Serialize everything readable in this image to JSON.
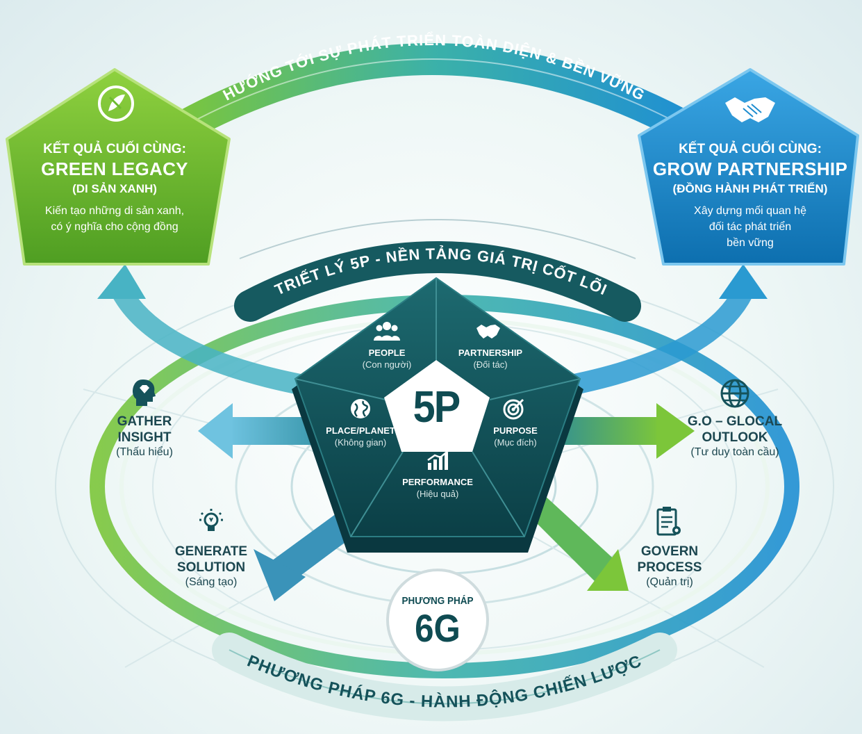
{
  "top_arc_label": "HƯỚNG TỚI SỰ PHÁT TRIỂN TOÀN DIỆN & BỀN VỮNG",
  "philosophy_banner": "TRIẾT LÝ 5P - NỀN TẢNG GIÁ TRỊ CỐT LÕI",
  "bottom_arc_label": "PHƯƠNG PHÁP 6G - HÀNH ĐỘNG CHIẾN LƯỢC",
  "outcome_left": {
    "kicker": "KẾT QUẢ CUỐI CÙNG:",
    "name": "GREEN LEGACY",
    "sub": "(DI SẢN XANH)",
    "desc_line1": "Kiến tạo những di sản xanh,",
    "desc_line2": "có ý nghĩa cho cộng đồng",
    "icon": "leaf-logo-icon",
    "color": "#6dbb2f"
  },
  "outcome_right": {
    "kicker": "KẾT QUẢ CUỐI CÙNG:",
    "name": "GROW PARTNERSHIP",
    "sub": "(ĐỒNG HÀNH PHÁT TRIỂN)",
    "desc_line1": "Xây dựng mối quan hệ",
    "desc_line2": "đối tác phát triển",
    "desc_line3": "bền vững",
    "icon": "handshake-icon",
    "color": "#1c8ccf"
  },
  "core": {
    "label": "5P",
    "color": "#0f4b52",
    "segments": [
      {
        "name": "PEOPLE",
        "sub": "(Con người)",
        "icon": "people-icon"
      },
      {
        "name": "PARTNERSHIP",
        "sub": "(Đối tác)",
        "icon": "handshake-icon"
      },
      {
        "name": "PURPOSE",
        "sub": "(Mục đích)",
        "icon": "target-icon"
      },
      {
        "name": "PERFORMANCE",
        "sub": "(Hiệu quả)",
        "icon": "chart-icon"
      },
      {
        "name": "PLACE/PLANET",
        "sub": "(Không gian)",
        "icon": "globe-icon"
      }
    ]
  },
  "methods": [
    {
      "name_line1": "GATHER",
      "name_line2": "INSIGHT",
      "sub": "(Thấu hiểu)",
      "icon": "head-insight-icon"
    },
    {
      "name_line1": "G.O – GLOCAL",
      "name_line2": "OUTLOOK",
      "sub": "(Tư duy toàn cầu)",
      "icon": "globe-icon"
    },
    {
      "name_line1": "GENERATE",
      "name_line2": "SOLUTION",
      "sub": "(Sáng tạo)",
      "icon": "lightbulb-icon"
    },
    {
      "name_line1": "GOVERN",
      "name_line2": "PROCESS",
      "sub": "(Quản trị)",
      "icon": "clipboard-icon"
    }
  ],
  "badge": {
    "top": "PHƯƠNG PHÁP",
    "big": "6G"
  }
}
